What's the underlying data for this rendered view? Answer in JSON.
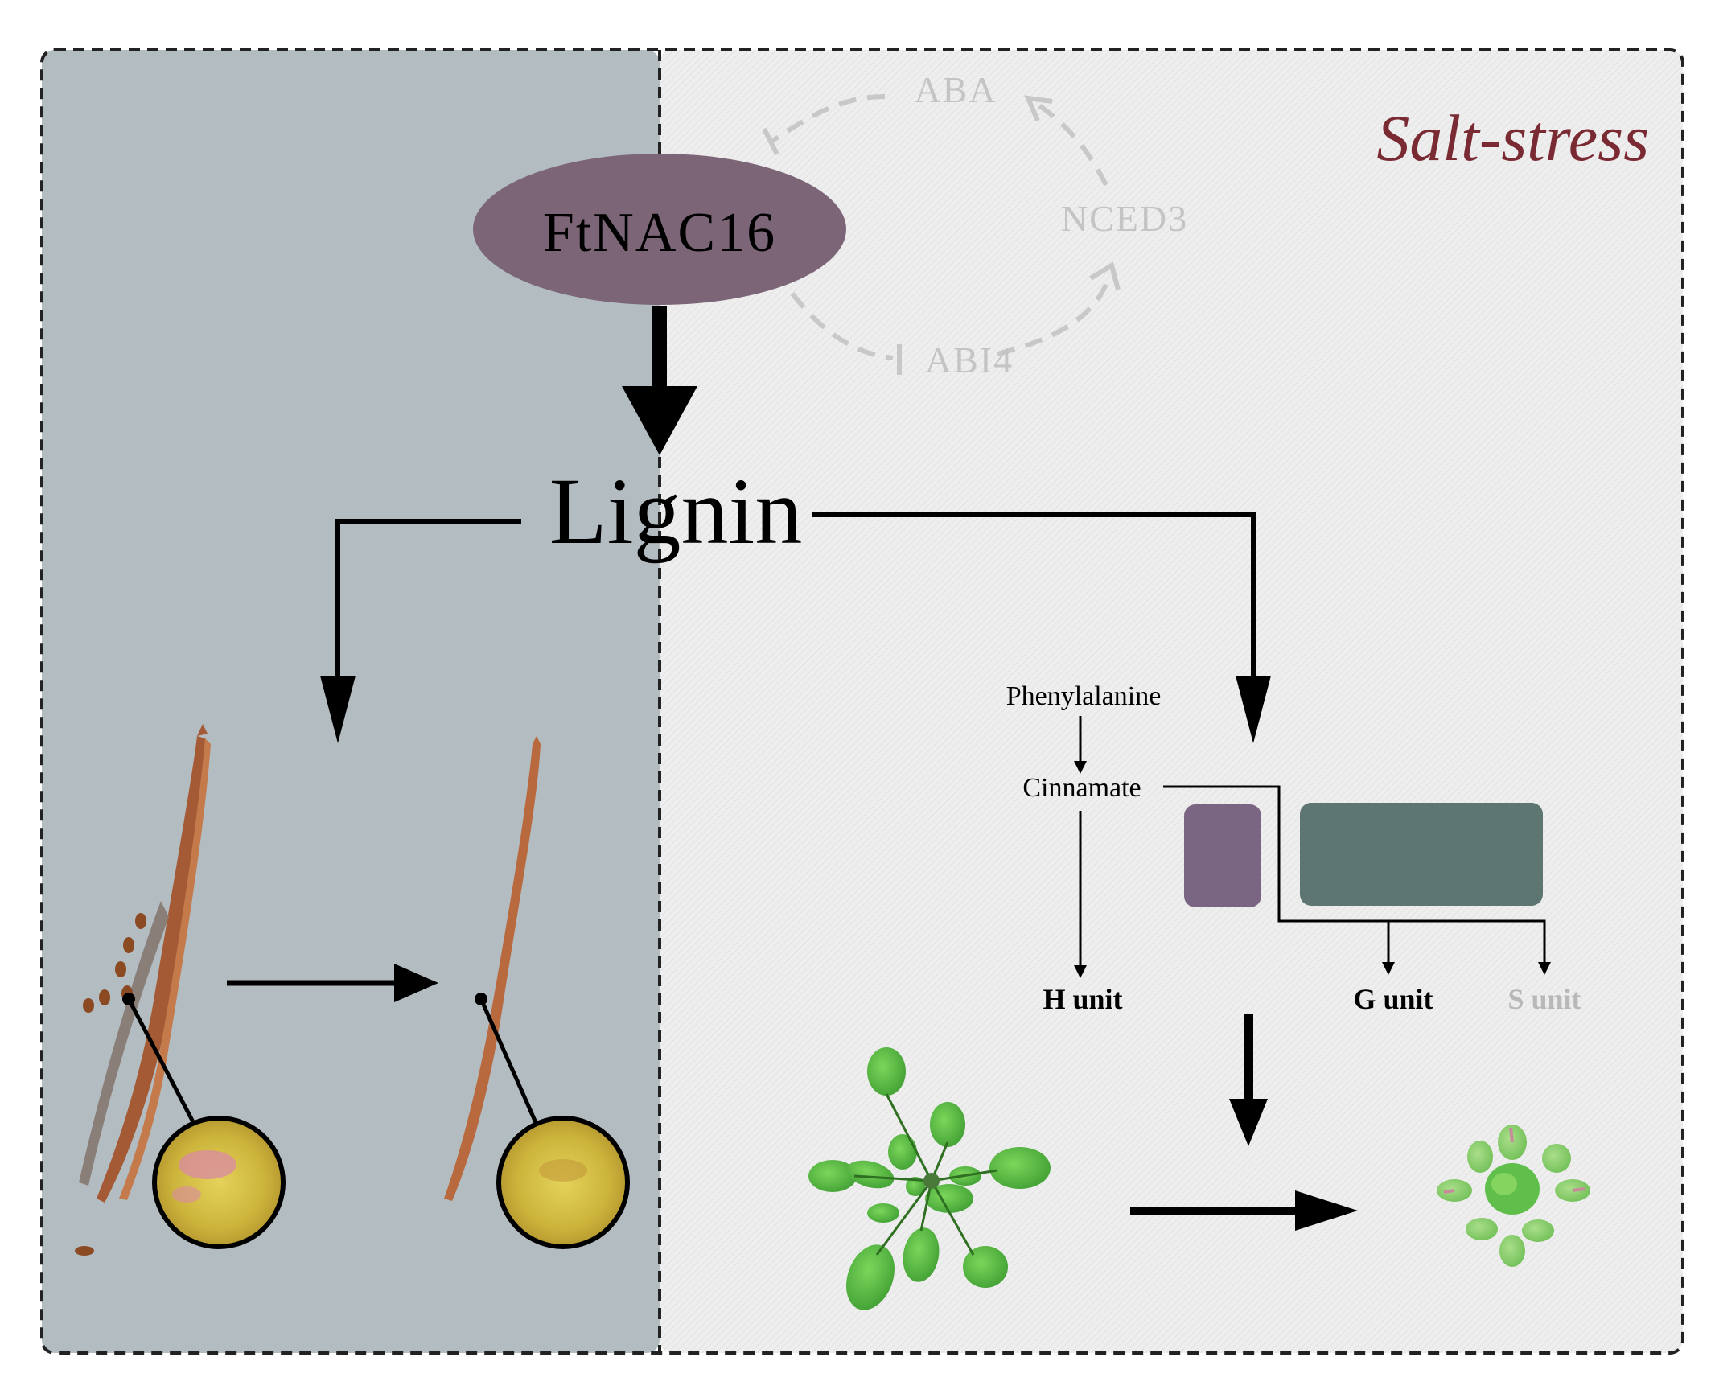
{
  "labels": {
    "aba": "ABA",
    "nced3": "NCED3",
    "abi4": "ABI4",
    "regulator": "FtNAC16",
    "lignin": "Lignin",
    "condition": "Salt-stress",
    "phenylalanine": "Phenylalanine",
    "cinnamate": "Cinnamate",
    "h_unit": "H unit",
    "g_unit": "G unit",
    "s_unit": "S unit"
  },
  "colors": {
    "left_panel": "#b3bcc1",
    "right_panel": "#ececec",
    "ftnac16_ellipse": "#7b6577",
    "small_box": "#7a6583",
    "wide_box": "#5e7672",
    "salt_text": "#7a2a33",
    "faded_cycle": "#c8c8c8",
    "seed_pod": "#b9693e",
    "stain_yellow": "#d9c542",
    "stain_pink": "#d98aa4",
    "leaf_green": "#5bbd45"
  }
}
